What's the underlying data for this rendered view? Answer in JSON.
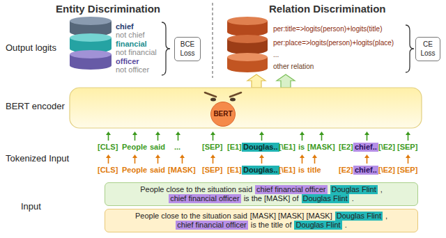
{
  "diagram": {
    "nodes": [
      {
        "text": [
          "BCE Loss"
        ]
      },
      {
        "text": [
          "CE Loss"
        ]
      },
      {
        "text": [
          "BERT"
        ]
      },
      {
        "text": [
          "People close to the situation said",
          "chief financial officer",
          "Douglas Flint",
          ",",
          "chief financial officer",
          "is the [MASK] of",
          "Douglas Flint",
          "."
        ]
      },
      {
        "text": [
          "People close to the situation said",
          "[MASK] [MASK] [MASK]",
          "Douglas Flint",
          ",",
          "chief financial officer",
          "is the title of",
          "Douglas Flint",
          "."
        ]
      }
    ],
    "labels": [
      "Entity Discrimination",
      "Relation Discrimination",
      "Output logits",
      "chief",
      "not chief",
      "financial",
      "not financial",
      "officer",
      "not officer",
      "per:title=>logits(person)+logits(title)",
      "per:place=>logits(person)+logits(place)",
      "...",
      "other relation",
      "BERT encoder",
      "Tokenized Input",
      "[CLS]",
      "People",
      "said",
      "...",
      "[SEP]",
      "[E1]",
      "Douglas..",
      "[\\E1]",
      "is",
      "[MASK]",
      "[E2]",
      "chief..",
      "[\\E2]",
      "[SEP]",
      "[CLS]",
      "People",
      "said",
      "[MASK]",
      "[SEP]",
      "[E1]",
      "Douglas..",
      "[\\E1]",
      "is",
      "title",
      "[E2]",
      "chief..",
      "[\\E2]",
      "[SEP]",
      "Input"
    ]
  }
}
